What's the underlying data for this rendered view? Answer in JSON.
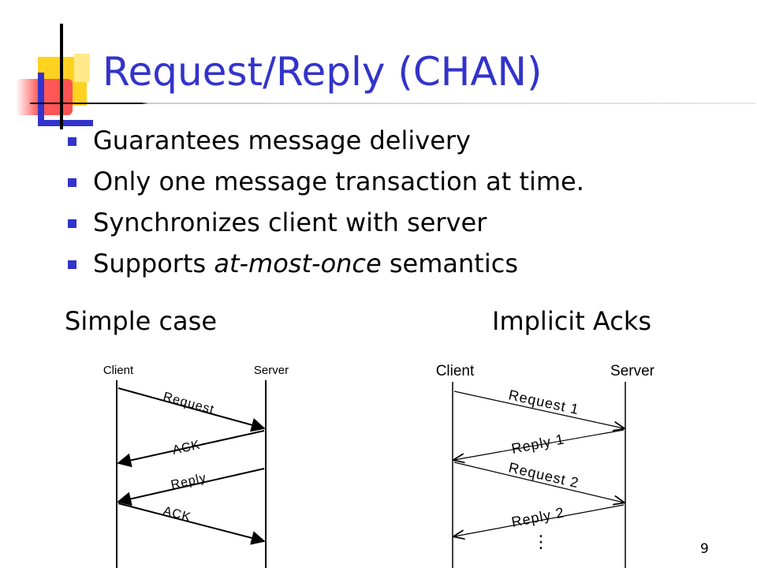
{
  "slide": {
    "title": "Request/Reply (CHAN)",
    "bullets": [
      {
        "text": "Guarantees message delivery"
      },
      {
        "text": "Only one message transaction at time."
      },
      {
        "text": "Synchronizes client with server"
      },
      {
        "before": "Supports ",
        "emphasis": "at-most-once",
        "after": " semantics"
      }
    ],
    "page_number": "9",
    "colors": {
      "accent": "#3333cc",
      "bullet": "#3333cc",
      "title": "#3333cc"
    }
  },
  "diagrams": {
    "simple": {
      "heading": "Simple case",
      "client_label": "Client",
      "server_label": "Server",
      "messages": [
        "Request",
        "ACK",
        "Reply",
        "ACK"
      ]
    },
    "implicit": {
      "heading": "Implicit Acks",
      "client_label": "Client",
      "server_label": "Server",
      "messages": [
        "Request 1",
        "Reply 1",
        "Request 2",
        "Reply 2"
      ],
      "continuation": "⋮"
    }
  }
}
